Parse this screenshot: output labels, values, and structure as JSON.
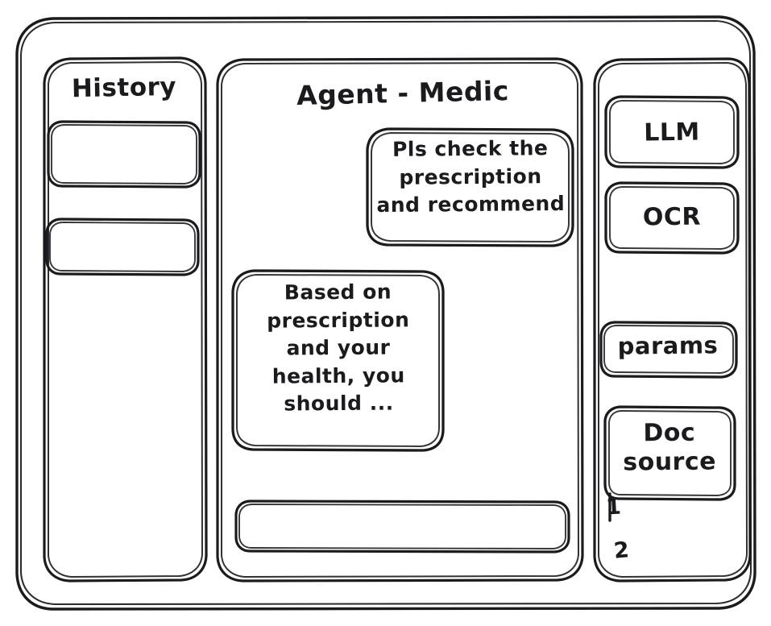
{
  "app": {
    "frame_label": "app-window",
    "stroke_color": "#1b1b1f",
    "background_color": "#ffffff"
  },
  "sidebar_left": {
    "title": "History",
    "items": [
      {
        "label": ""
      },
      {
        "label": ""
      }
    ]
  },
  "main": {
    "title": "Agent - Medic",
    "messages": [
      {
        "role": "user",
        "text": "Pls check the\nprescription\nand recommend"
      },
      {
        "role": "assistant",
        "text": "Based on\nprescription\nand your\nhealth, you\nshould ..."
      }
    ],
    "composer": {
      "value": "",
      "placeholder": ""
    }
  },
  "sidebar_right": {
    "cards": [
      {
        "label": "LLM"
      },
      {
        "label": "OCR"
      },
      {
        "label": "params"
      },
      {
        "label": "Doc\nsource"
      }
    ],
    "source_markers": [
      {
        "label": "1"
      },
      {
        "label": "2"
      }
    ]
  }
}
